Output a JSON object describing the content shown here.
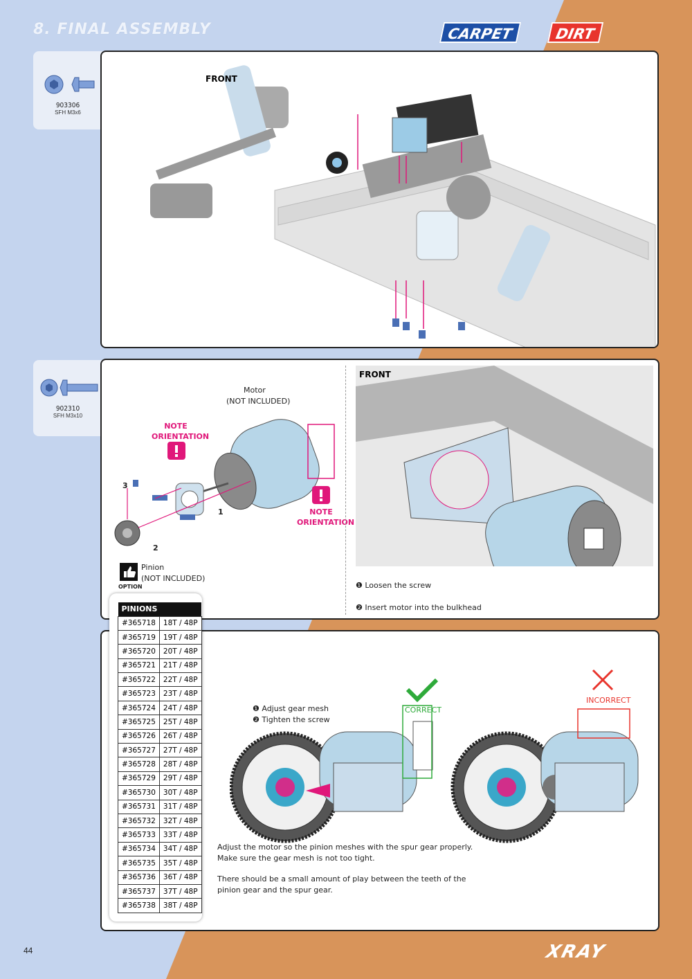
{
  "header": {
    "section_title": "8. FINAL ASSEMBLY",
    "badge_carpet": "CARPET",
    "badge_dirt": "DIRT"
  },
  "step1": {
    "part_code": "903306",
    "part_size": "SFH M3x6",
    "front_label": "FRONT"
  },
  "step2": {
    "part_code": "902310",
    "part_size": "SFH M3x10",
    "motor_label": "Motor",
    "motor_note": "(NOT INCLUDED)",
    "note_orientation": "NOTE ORIENTATION",
    "pinion_label": "Pinion",
    "pinion_note": "(NOT INCLUDED)",
    "option_label": "OPTION",
    "callout_1": "1",
    "callout_2": "2",
    "callout_3": "3",
    "front_label": "FRONT",
    "instruction_1": "Loosen the screw",
    "instruction_2": "Insert motor into the bulkhead"
  },
  "pinions": {
    "header": "PINIONS",
    "rows": [
      [
        "#365718",
        "18T / 48P"
      ],
      [
        "#365719",
        "19T / 48P"
      ],
      [
        "#365720",
        "20T / 48P"
      ],
      [
        "#365721",
        "21T / 48P"
      ],
      [
        "#365722",
        "22T / 48P"
      ],
      [
        "#365723",
        "23T / 48P"
      ],
      [
        "#365724",
        "24T / 48P"
      ],
      [
        "#365725",
        "25T / 48P"
      ],
      [
        "#365726",
        "26T / 48P"
      ],
      [
        "#365727",
        "27T / 48P"
      ],
      [
        "#365728",
        "28T / 48P"
      ],
      [
        "#365729",
        "29T / 48P"
      ],
      [
        "#365730",
        "30T / 48P"
      ],
      [
        "#365731",
        "31T / 48P"
      ],
      [
        "#365732",
        "32T / 48P"
      ],
      [
        "#365733",
        "33T / 48P"
      ],
      [
        "#365734",
        "34T / 48P"
      ],
      [
        "#365735",
        "35T / 48P"
      ],
      [
        "#365736",
        "36T / 48P"
      ],
      [
        "#365737",
        "37T / 48P"
      ],
      [
        "#365738",
        "38T / 48P"
      ]
    ]
  },
  "step3": {
    "instruction_1": "Adjust gear mesh",
    "instruction_2": "Tighten the screw",
    "correct_label": "CORRECT",
    "incorrect_label": "INCORRECT",
    "note_line_1": "Adjust the motor so the pinion meshes with the spur gear properly.",
    "note_line_2": "Make sure the gear mesh is not too tight.",
    "note_line_3": "There should be a small amount of play between the teeth of the",
    "note_line_4": "pinion gear and the spur gear."
  },
  "footer": {
    "page_number": "44",
    "brand": "XRAY"
  },
  "colors": {
    "blue_bg": "#c4d4ee",
    "orange_bg": "#d8945a",
    "magenta": "#e0177a",
    "green": "#2eaa3a",
    "red": "#e8342c"
  }
}
